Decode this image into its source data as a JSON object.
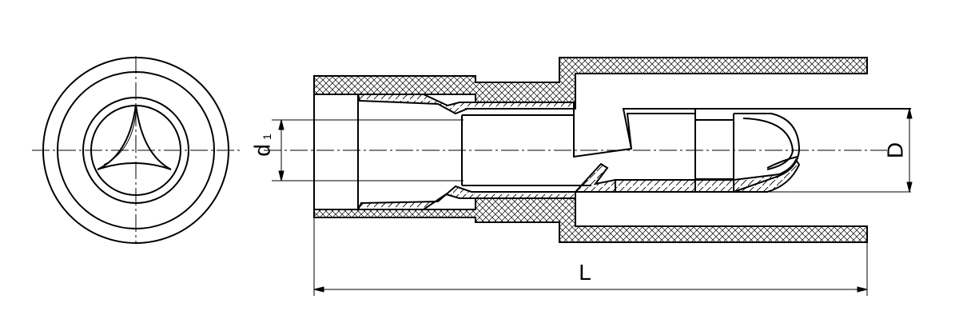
{
  "labels": {
    "length": "L",
    "outer_diameter": "D",
    "inner_diameter_base": "d",
    "inner_diameter_sub": "1"
  },
  "colors": {
    "line": "#000000",
    "background": "#ffffff"
  }
}
